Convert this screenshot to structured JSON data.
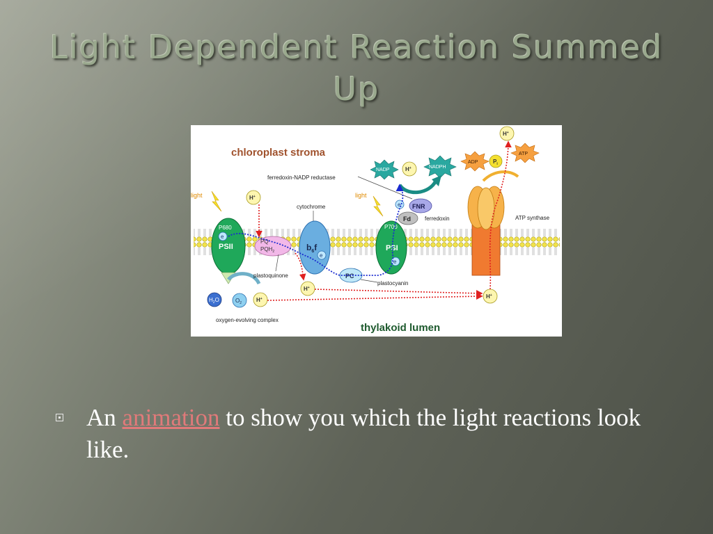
{
  "slide": {
    "title": "Light Dependent Reaction Summed Up",
    "bullet": {
      "prefix": "An",
      "link_text": "animation",
      "suffix": "to show you which the light reactions look like."
    }
  },
  "diagram": {
    "stroma_label": "chloroplast stroma",
    "lumen_label": "thylakoid lumen",
    "light_left": "light",
    "light_right": "light",
    "p680": "P680",
    "psii": "PSII",
    "p700": "P700",
    "psi": "PSI",
    "pq": "PQ",
    "pqh2": "PQH",
    "pqh2_sub": "2",
    "b6f_main": "b",
    "b6f_sub": "6",
    "b6f_f": "f",
    "cytochrome": "cytochrome",
    "plastoquinone": "plastoquinone",
    "pc": "PC",
    "plastocyanin": "plastocyanin",
    "fnr_label": "ferredoxin-NADP reductase",
    "fnr": "FNR",
    "fd": "Fd",
    "ferredoxin": "ferredoxin",
    "nadp": "NADP",
    "nadph": "NADPH",
    "h_plus": "H",
    "h_sup": "+",
    "e_minus": "e",
    "e_sup": "-",
    "adp": "ADP",
    "pi": "P",
    "pi_sub": "i",
    "atp": "ATP",
    "atp_synthase": "ATP synthase",
    "h2o": "H",
    "h2o_sub": "2",
    "h2o_o": "O",
    "o2": "O",
    "o2_sub": "2",
    "oec": "oxygen-evolving complex"
  },
  "colors": {
    "title": "#9aa98e",
    "link": "#e07a7a",
    "stroma_text": "#a0522d",
    "lumen_text": "#1e5a2e",
    "ps_green": "#1fa85a",
    "cyt_blue": "#6aaee0",
    "pq_pink": "#f2b8e8",
    "atp_orange": "#f39a3c"
  }
}
